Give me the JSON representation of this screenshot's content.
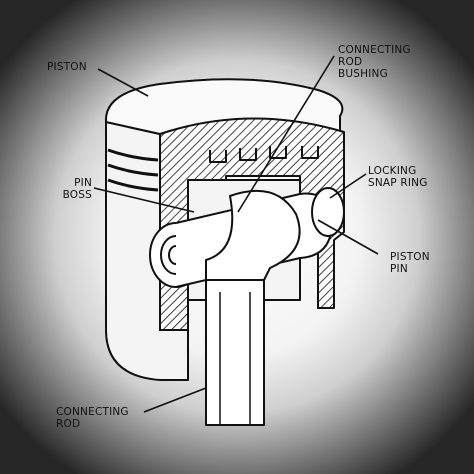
{
  "labels": {
    "piston": "PISTON",
    "connecting_rod_bushing": [
      "CONNECTING",
      "ROD",
      "BUSHING"
    ],
    "locking_snap_ring": [
      "LOCKING",
      "SNAP RING"
    ],
    "pin_boss": [
      "PIN",
      "BOSS"
    ],
    "piston_pin": [
      "PISTON",
      "PIN"
    ],
    "connecting_rod": [
      "CONNECTING",
      "ROD"
    ]
  },
  "colors": {
    "ink": "#111111",
    "paper": "#f4f4f4",
    "vignette": "#262626"
  }
}
